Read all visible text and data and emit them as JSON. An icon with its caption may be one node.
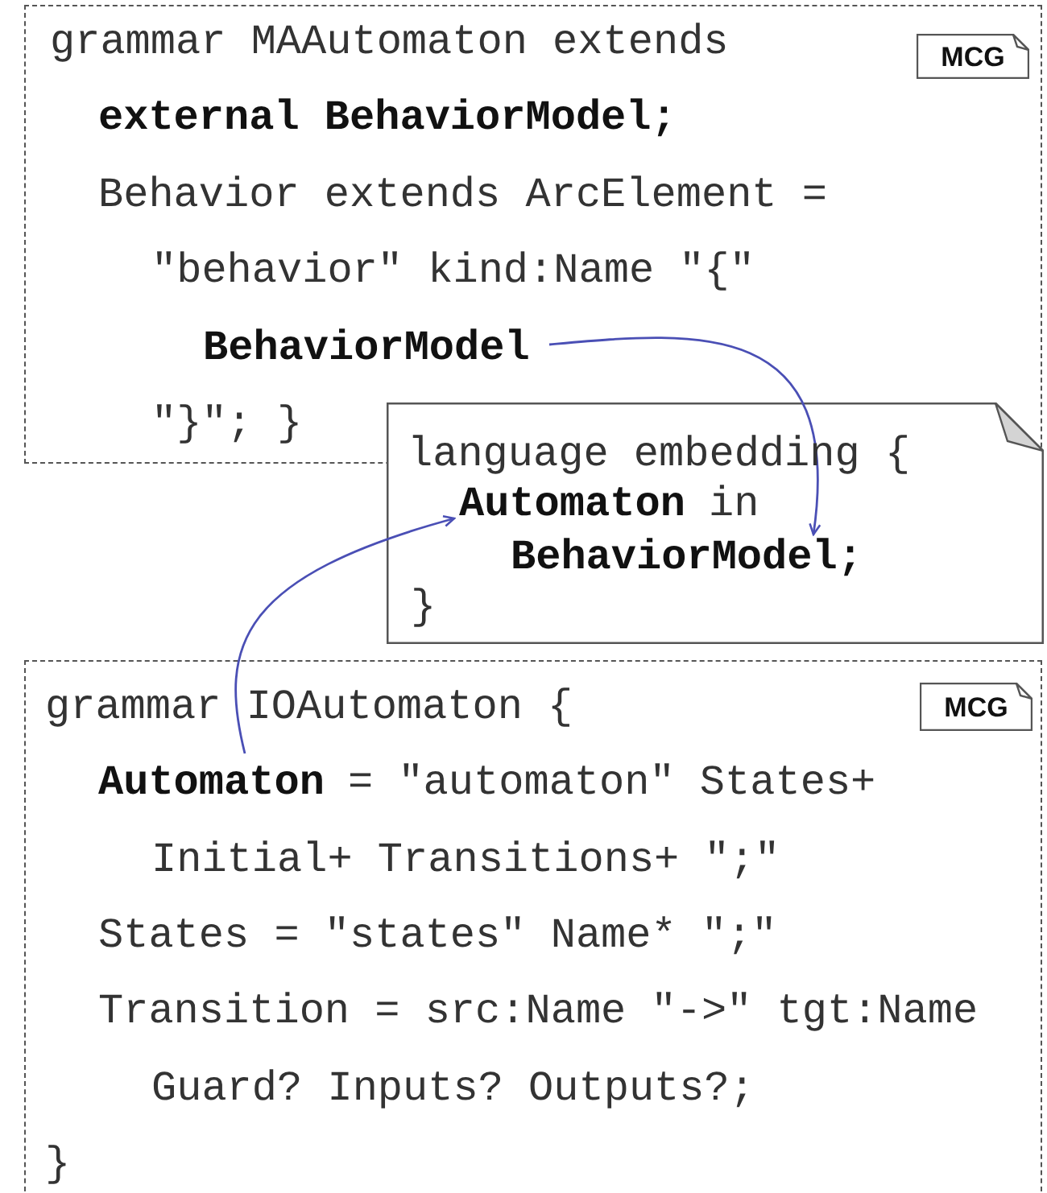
{
  "diagram": {
    "nodes": [
      {
        "text": [
          "grammar MAAutomaton extends",
          "external BehaviorModel;",
          "Behavior extends ArcElement =",
          "\"behavior\" kind:Name \"{\"",
          "\"}\"; }"
        ]
      },
      {
        "text": [
          "MCG"
        ],
        "in": 0
      },
      {
        "text": [
          "BehaviorModel"
        ],
        "in": 0
      },
      {
        "text": [
          "language embedding {",
          "in",
          "}"
        ]
      },
      {
        "text": [
          "Automaton"
        ],
        "in": 3
      },
      {
        "text": [
          "BehaviorModel;"
        ],
        "in": 3
      },
      {
        "text": [
          "grammar IOAutomaton {",
          "= \"automaton\" States+",
          "Initial+ Transitions+ \";\"",
          "States = \"states\" Name* \";\"",
          "Transition = src:Name \"->\" tgt:Name",
          "Guard? Inputs? Outputs?;",
          "}"
        ]
      },
      {
        "text": [
          "MCG"
        ],
        "in": 6
      },
      {
        "text": [
          "Automaton"
        ],
        "in": 6
      }
    ],
    "edges": [
      {
        "from": 2,
        "to": 5,
        "arrow": "to"
      },
      {
        "from": 8,
        "to": 4,
        "arrow": "to"
      }
    ]
  }
}
